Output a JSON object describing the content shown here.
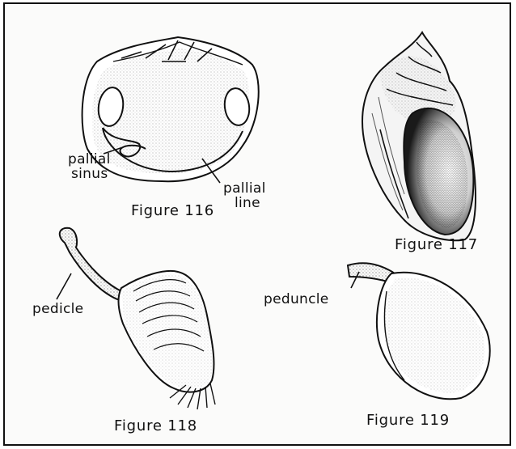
{
  "figures": [
    {
      "caption": "Figure 116",
      "labels": {
        "sinus_1": "pallial",
        "sinus_2": "sinus",
        "line_1": "pallial",
        "line_2": "line"
      },
      "subject": "bivalve-shell-interior"
    },
    {
      "caption": "Figure 117",
      "labels": {},
      "subject": "snail-shell"
    },
    {
      "caption": "Figure 118",
      "labels": {
        "pedicle": "pedicle"
      },
      "subject": "brachiopod-with-pedicle"
    },
    {
      "caption": "Figure 119",
      "labels": {
        "peduncle": "peduncle"
      },
      "subject": "barnacle-with-peduncle"
    }
  ],
  "colors": {
    "ink": "#111111",
    "paper": "#fbfbfa"
  }
}
